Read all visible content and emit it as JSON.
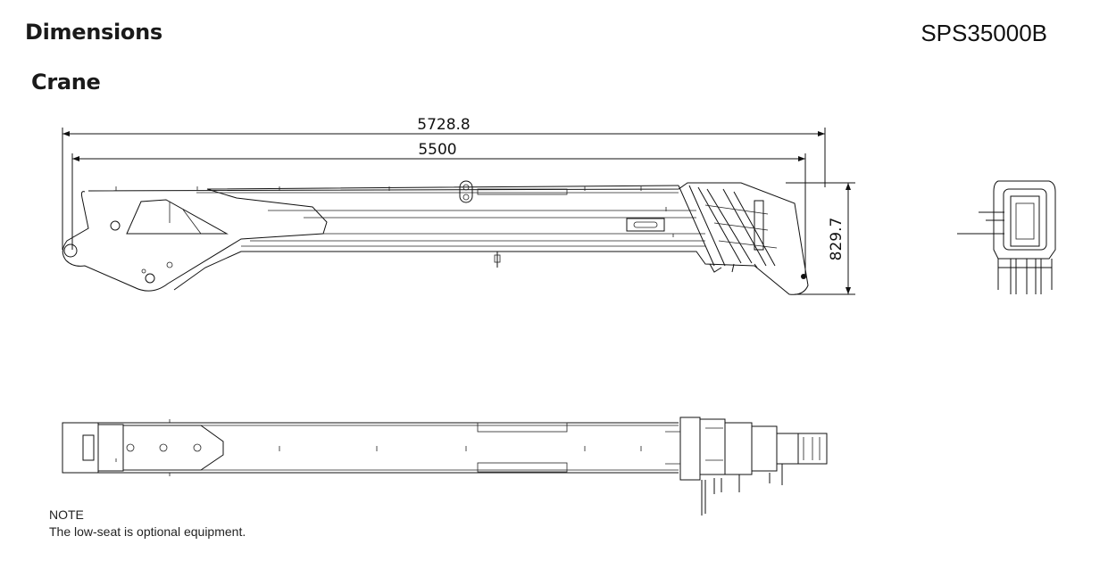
{
  "header": {
    "title": "Dimensions",
    "subtitle": "Crane",
    "model": "SPS35000B"
  },
  "dimensions": {
    "overall_length": "5728.8",
    "boom_length": "5500",
    "height": "829.7"
  },
  "note": {
    "heading": "NOTE",
    "text": "The low-seat is optional equipment."
  }
}
